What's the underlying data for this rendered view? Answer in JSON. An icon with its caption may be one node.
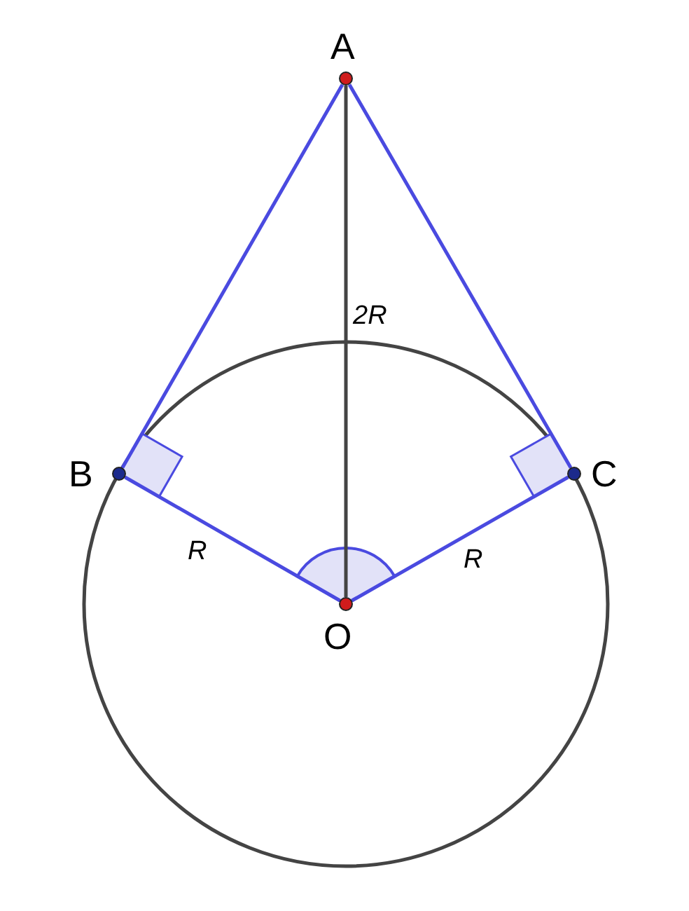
{
  "diagram": {
    "nodes": [
      {
        "text": [
          "A"
        ]
      },
      {
        "text": [
          "B"
        ]
      },
      {
        "text": [
          "C"
        ]
      },
      {
        "text": [
          "O"
        ]
      }
    ],
    "edges": [
      {
        "from": 0,
        "to": 1,
        "arrow": "none"
      },
      {
        "from": 0,
        "to": 2,
        "arrow": "none"
      },
      {
        "from": 0,
        "to": 3,
        "arrow": "none",
        "label": "2R",
        "color": "#444444"
      },
      {
        "from": 3,
        "to": 1,
        "arrow": "none",
        "label": "R"
      },
      {
        "from": 3,
        "to": 2,
        "arrow": "none",
        "label": "R"
      }
    ]
  }
}
